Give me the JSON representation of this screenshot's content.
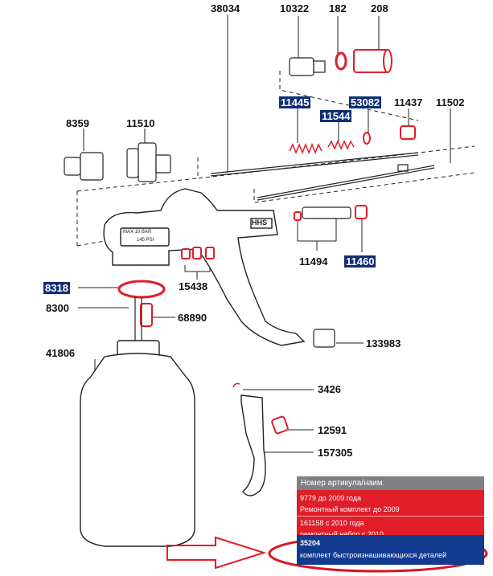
{
  "parts": {
    "p38034": "38034",
    "p10322": "10322",
    "p182": "182",
    "p208": "208",
    "p11445": "11445",
    "p53082": "53082",
    "p11437": "11437",
    "p11502": "11502",
    "p11544": "11544",
    "p8359": "8359",
    "p11510": "11510",
    "p11494": "11494",
    "p11460": "11460",
    "p15438": "15438",
    "p8318": "8318",
    "p8300": "8300",
    "p68890": "68890",
    "p133983": "133983",
    "p41806": "41806",
    "p3426": "3426",
    "p12591": "12591",
    "p157305": "157305"
  },
  "gun_text": {
    "brand": "HHS",
    "plate_line1": "MAX   10  BAR",
    "plate_line2": "145   PSI"
  },
  "info_box": {
    "header": "Номер артикула/наим.",
    "row1_num": "9779 до 2009 года",
    "row1_name": "Ремонтный комплект до 2009",
    "row2_num": "161158 с 2010 года",
    "row2_name": "ремонтный набор с 2010",
    "row3_num": "35204",
    "row3_name": "комплект быстроизнашивающихся деталей"
  },
  "colors": {
    "highlight": "#0f2e74",
    "red_part": "#e11d2a",
    "arrow": "#e11d2a",
    "oval": "#d9141e"
  }
}
